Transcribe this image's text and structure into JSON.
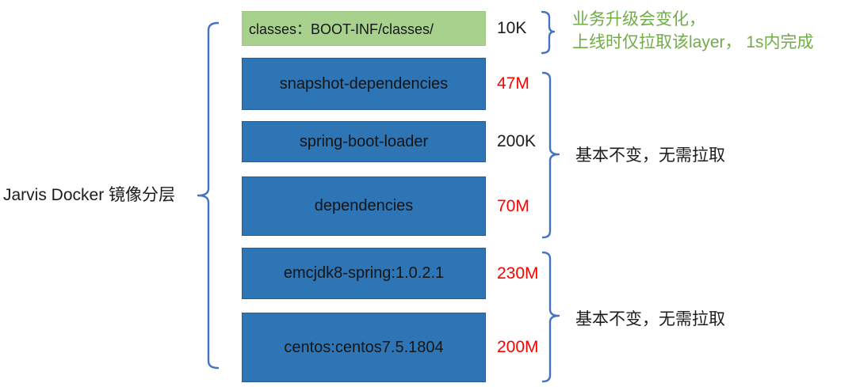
{
  "diagram": {
    "root_label": "Jarvis Docker 镜像分层",
    "layers": [
      {
        "name": "classes：BOOT-INF/classes/",
        "size": "10K",
        "fill": "green",
        "size_color": "black"
      },
      {
        "name": "snapshot-dependencies",
        "size": "47M",
        "fill": "blue",
        "size_color": "red"
      },
      {
        "name": "spring-boot-loader",
        "size": "200K",
        "fill": "blue",
        "size_color": "black"
      },
      {
        "name": "dependencies",
        "size": "70M",
        "fill": "blue",
        "size_color": "red"
      },
      {
        "name": "emcjdk8-spring:1.0.2.1",
        "size": "230M",
        "fill": "blue",
        "size_color": "red"
      },
      {
        "name": "centos:centos7.5.1804",
        "size": "200M",
        "fill": "blue",
        "size_color": "red"
      }
    ],
    "annotations": {
      "top_line1": "业务升级会变化，",
      "top_line2": "上线时仅拉取该layer， 1s内完成",
      "middle": "基本不变，无需拉取",
      "bottom": "基本不变，无需拉取"
    },
    "colors": {
      "layer_blue": "#2e75b6",
      "layer_blue_border": "#2a5b94",
      "layer_green": "#a9d18e",
      "brace_blue": "#4472c4",
      "annotation_green": "#70ad47",
      "size_red": "#ff0000",
      "text_black": "#1c1c1c"
    }
  }
}
